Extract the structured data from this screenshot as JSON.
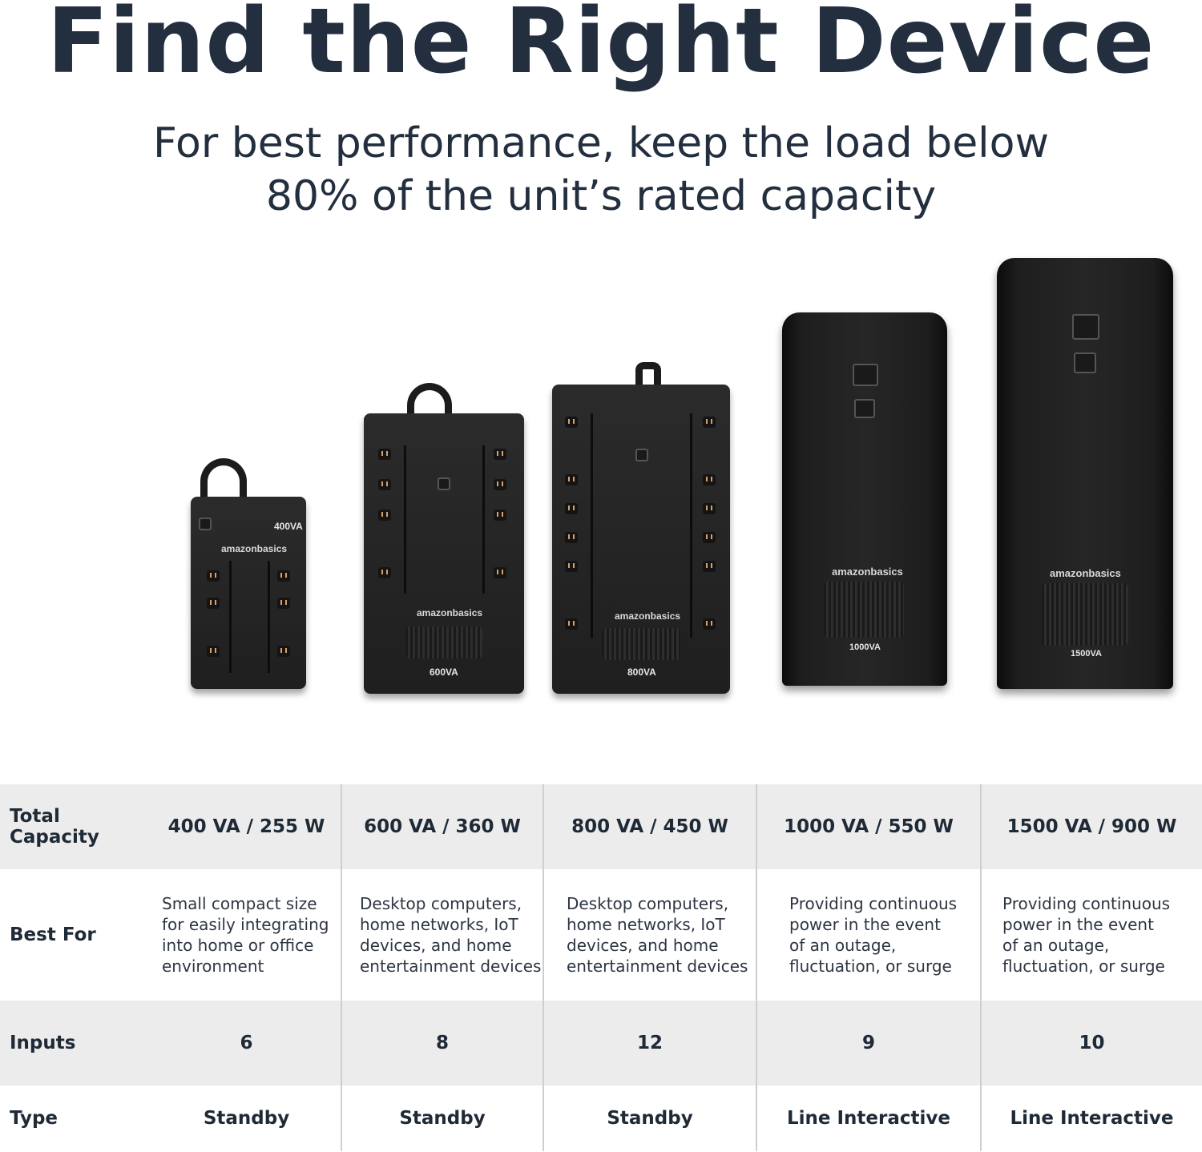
{
  "header": {
    "title": "Find the Right Device",
    "subtitle_line1": "For best performance, keep the load below",
    "subtitle_line2": "80% of the unit’s rated capacity"
  },
  "devices": [
    {
      "brand": "amazonbasics",
      "rating": "400VA",
      "icon": "ups-compact-icon"
    },
    {
      "brand": "amazonbasics",
      "rating": "600VA",
      "icon": "ups-standby-icon"
    },
    {
      "brand": "amazonbasics",
      "rating": "800VA",
      "icon": "ups-standby-icon"
    },
    {
      "brand": "amazonbasics",
      "rating": "1000VA",
      "icon": "ups-tower-icon"
    },
    {
      "brand": "amazonbasics",
      "rating": "1500VA",
      "icon": "ups-tower-icon"
    }
  ],
  "table": {
    "rows": [
      {
        "label": "Total Capacity",
        "values": [
          "400 VA / 255 W",
          "600 VA / 360 W",
          "800 VA / 450 W",
          "1000 VA / 550 W",
          "1500 VA / 900 W"
        ]
      },
      {
        "label": "Best For",
        "values": [
          [
            "Small compact size",
            "for easily integrating",
            "into home or office",
            "environment"
          ],
          [
            "Desktop computers,",
            "home networks, IoT",
            "devices, and home",
            "entertainment devices"
          ],
          [
            "Desktop computers,",
            "home networks, IoT",
            "devices, and home",
            "entertainment devices"
          ],
          [
            "Providing continuous",
            "power in the event",
            "of an outage,",
            "fluctuation, or surge"
          ],
          [
            "Providing continuous",
            "power in the event",
            "of an outage,",
            "fluctuation, or surge"
          ]
        ]
      },
      {
        "label": "Inputs",
        "values": [
          "6",
          "8",
          "12",
          "9",
          "10"
        ]
      },
      {
        "label": "Type",
        "values": [
          "Standby",
          "Standby",
          "Standby",
          "Line Interactive",
          "Line Interactive"
        ]
      }
    ]
  },
  "colors": {
    "title": "#232f3e",
    "shade": "#ececec",
    "divider": "#cfcfcf"
  }
}
